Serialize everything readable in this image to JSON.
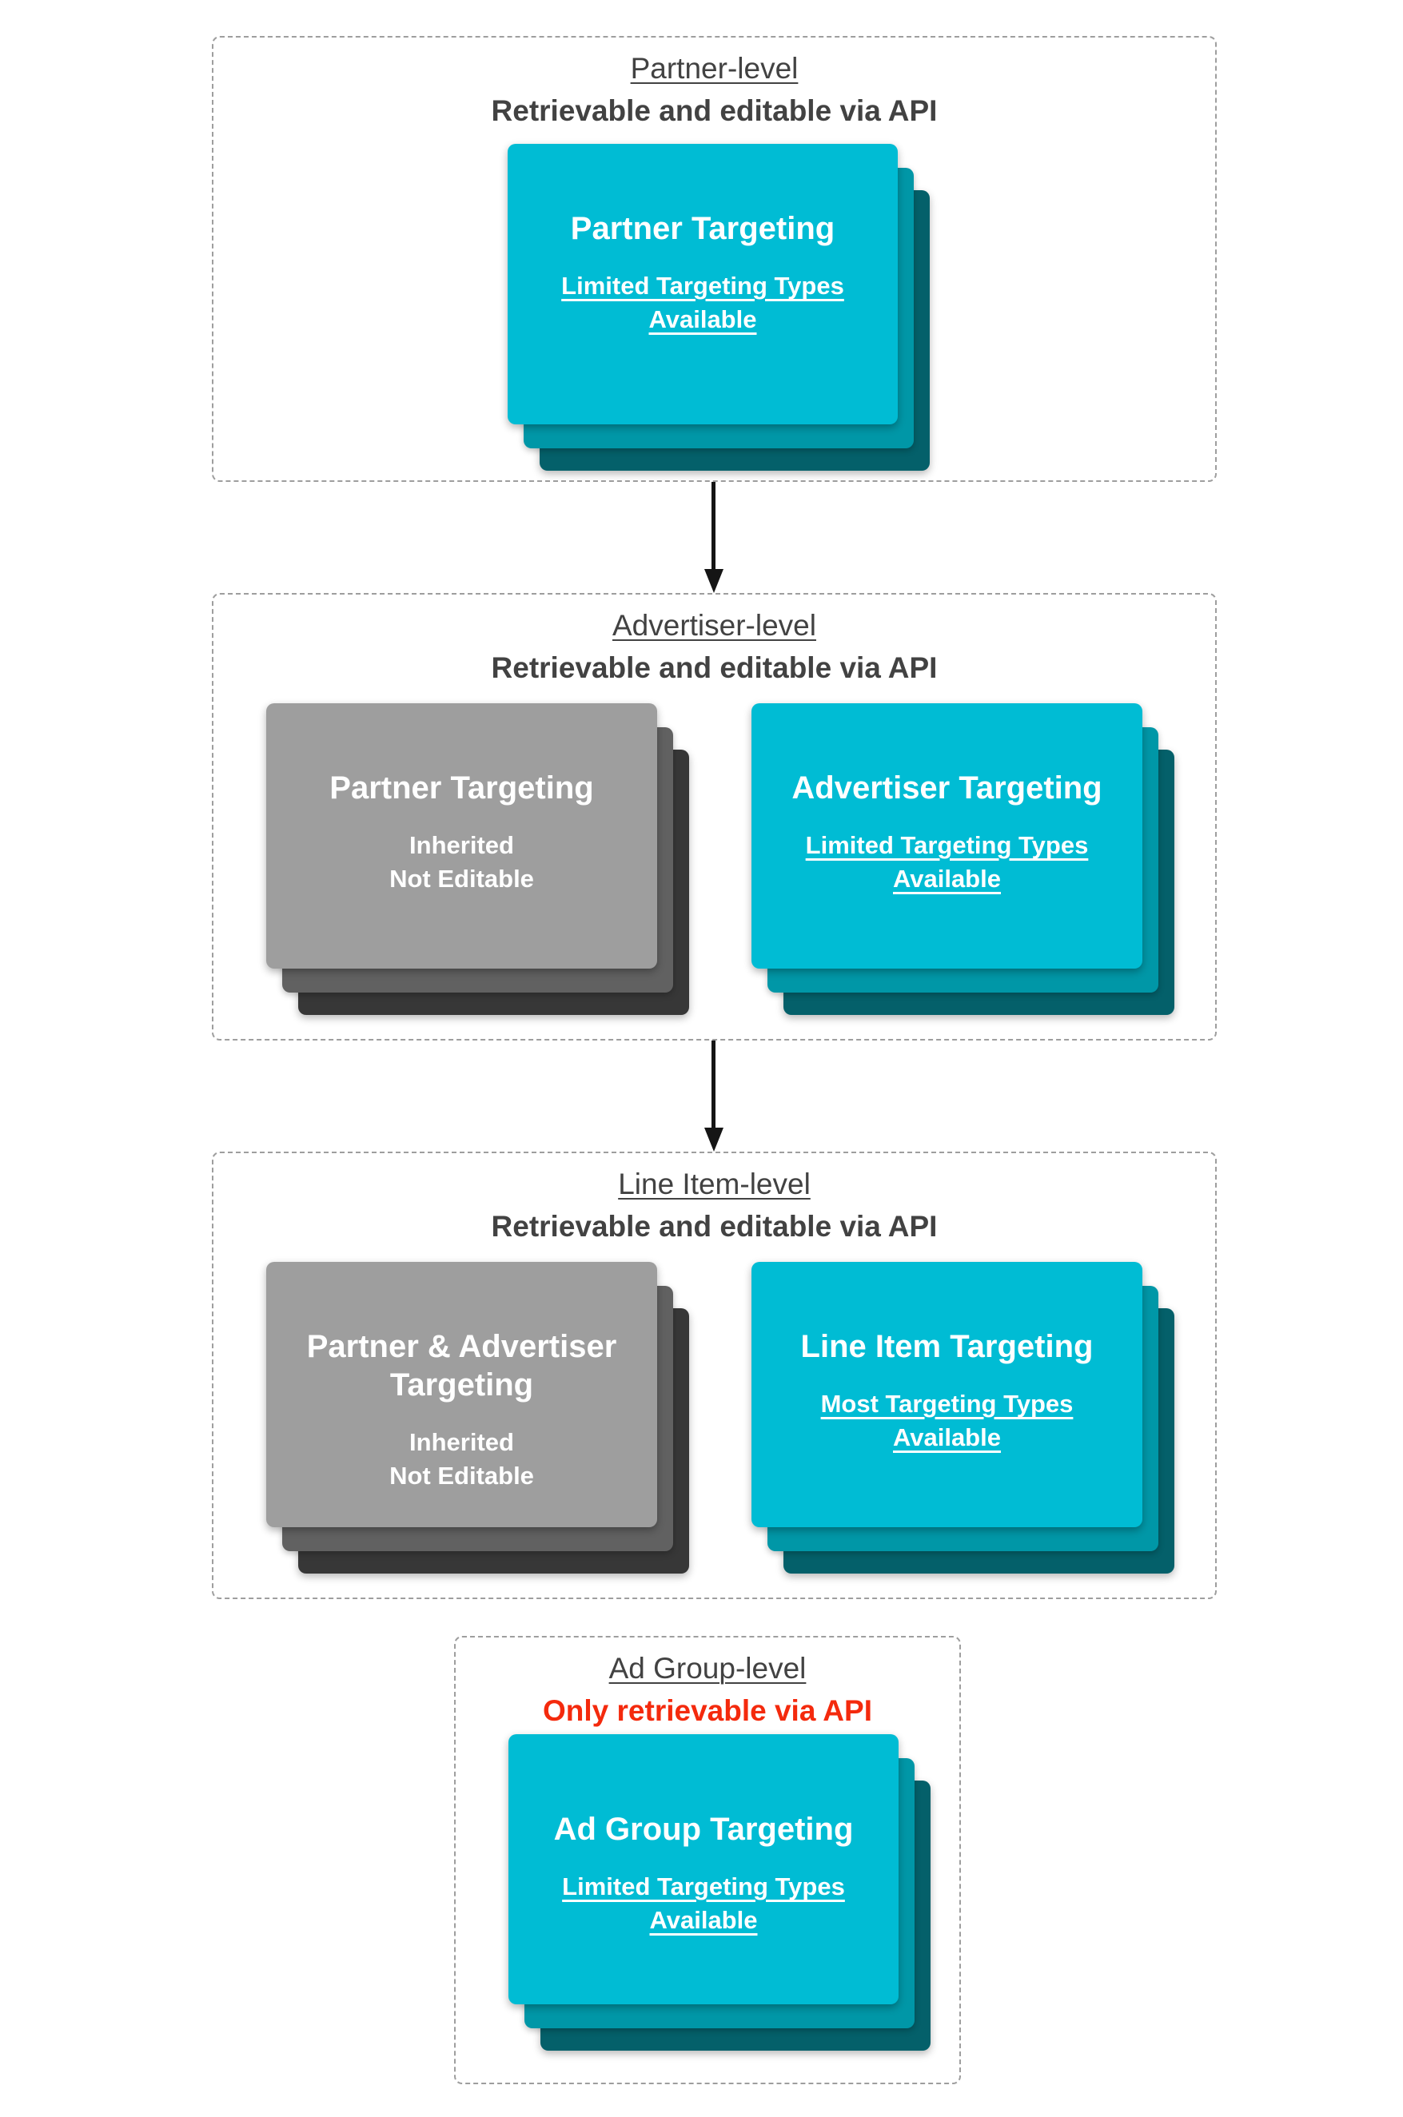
{
  "diagram": {
    "sections": [
      {
        "title": "Partner-level",
        "subtitle": "Retrievable and editable via API",
        "cards": [
          {
            "style": "cyan",
            "title": "Partner Targeting",
            "body_lines": [
              "Limited Targeting Types",
              "Available"
            ]
          }
        ]
      },
      {
        "title": "Advertiser-level",
        "subtitle": "Retrievable and editable via API",
        "cards": [
          {
            "style": "gray",
            "title": "Partner Targeting",
            "body_lines": [
              "Inherited",
              "Not Editable"
            ]
          },
          {
            "style": "cyan",
            "title": "Advertiser Targeting",
            "body_lines": [
              "Limited Targeting Types",
              "Available"
            ]
          }
        ]
      },
      {
        "title": "Line Item-level",
        "subtitle": "Retrievable and editable via API",
        "cards": [
          {
            "style": "gray",
            "title_lines": [
              "Partner & Advertiser",
              "Targeting"
            ],
            "body_lines": [
              "Inherited",
              "Not Editable"
            ]
          },
          {
            "style": "cyan",
            "title": "Line Item Targeting",
            "body_lines": [
              "Most Targeting Types",
              "Available"
            ]
          }
        ]
      },
      {
        "title": "Ad Group-level",
        "subtitle": "Only retrievable via API",
        "subtitle_emphasis": "red",
        "cards": [
          {
            "style": "cyan",
            "title": "Ad Group Targeting",
            "body_lines": [
              "Limited Targeting Types",
              "Available"
            ]
          }
        ]
      }
    ],
    "colors": {
      "card_cyan": "#00bcd4",
      "card_cyan_mid": "#0097a7",
      "card_cyan_dark": "#04606a",
      "card_gray": "#9e9e9e",
      "card_gray_mid": "#616161",
      "card_gray_dark": "#373737",
      "card_text": "#ffffff",
      "heading_text": "#424242",
      "alert_text": "#f42a0d",
      "dashed_border": "#9e9e9e",
      "arrow": "#151515"
    }
  }
}
